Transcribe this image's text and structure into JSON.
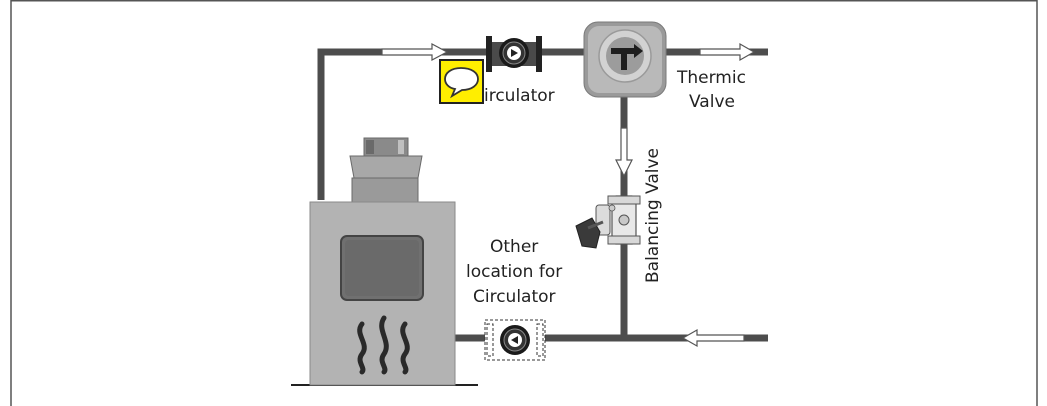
{
  "labels": {
    "circulator": "Circulator",
    "circulator_visible": "irculator",
    "thermic_line1": "Thermic",
    "thermic_line2": "Valve",
    "balancing": "Balancing Valve",
    "other_line1": "Other",
    "other_line2": "location for",
    "other_line3": "Circulator"
  },
  "icons": {
    "comment": "speech-bubble-icon",
    "circulator": "pump-icon",
    "thermic_valve": "thermic-valve-icon",
    "balancing_valve": "balancing-valve-icon",
    "boiler": "boiler-icon",
    "flame": "heat-waves-icon"
  },
  "colors": {
    "pipe": "#4d4d4d",
    "boiler": "#b3b3b3",
    "boiler_window": "#707070",
    "comment_fill": "#ffee00",
    "frame": "#555555"
  }
}
